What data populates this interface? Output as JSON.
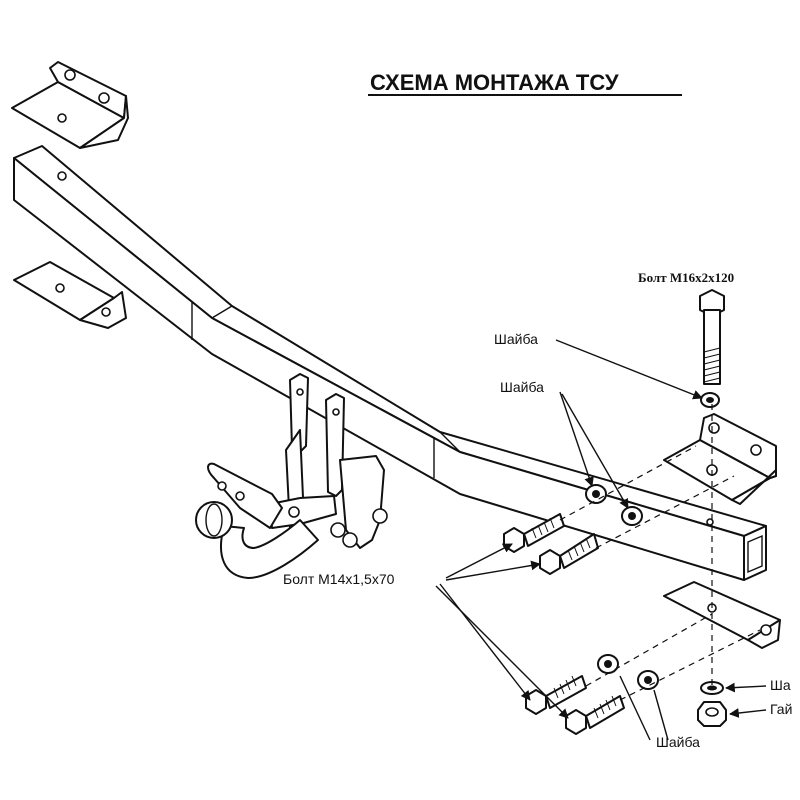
{
  "title": "СХЕМА МОНТАЖА ТСУ",
  "labels": {
    "bolt_m16": "Болт М16х2х120",
    "washer_1": "Шайба",
    "washer_2": "Шайба",
    "bolt_m14": "Болт М14х1,5х70",
    "washer_right": "Ша",
    "nut_right": "Гай",
    "washer_bottom": "Шайба"
  }
}
